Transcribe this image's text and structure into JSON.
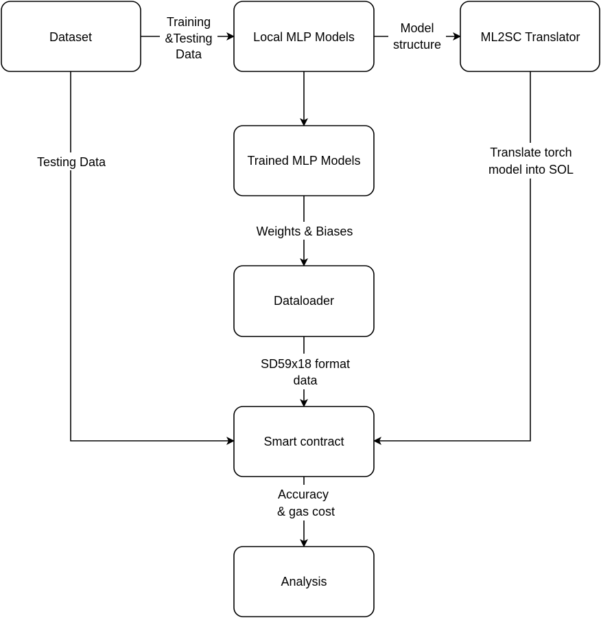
{
  "colors": {
    "background": "#ffffff",
    "stroke": "#000000",
    "text": "#000000"
  },
  "nodes": {
    "dataset": "Dataset",
    "local_mlp_models": "Local MLP Models",
    "ml2sc_translator": "ML2SC Translator",
    "trained_mlp_models": "Trained MLP Models",
    "dataloader": "Dataloader",
    "smart_contract": "Smart contract",
    "analysis": "Analysis"
  },
  "edges": {
    "dataset_to_local": {
      "line1": "Training",
      "line2": "&Testing",
      "line3": "Data"
    },
    "local_to_translator": {
      "line1": "Model",
      "line2": "structure"
    },
    "dataset_to_contract": {
      "line1": "Testing Data"
    },
    "translator_to_contract": {
      "line1": "Translate torch",
      "line2": "model into SOL"
    },
    "trained_to_dataloader": {
      "line1": "Weights & Biases"
    },
    "dataloader_to_contract": {
      "line1": "SD59x18 format",
      "line2": "data"
    },
    "contract_to_analysis": {
      "line1": "Accuracy",
      "line2": "& gas cost"
    }
  }
}
